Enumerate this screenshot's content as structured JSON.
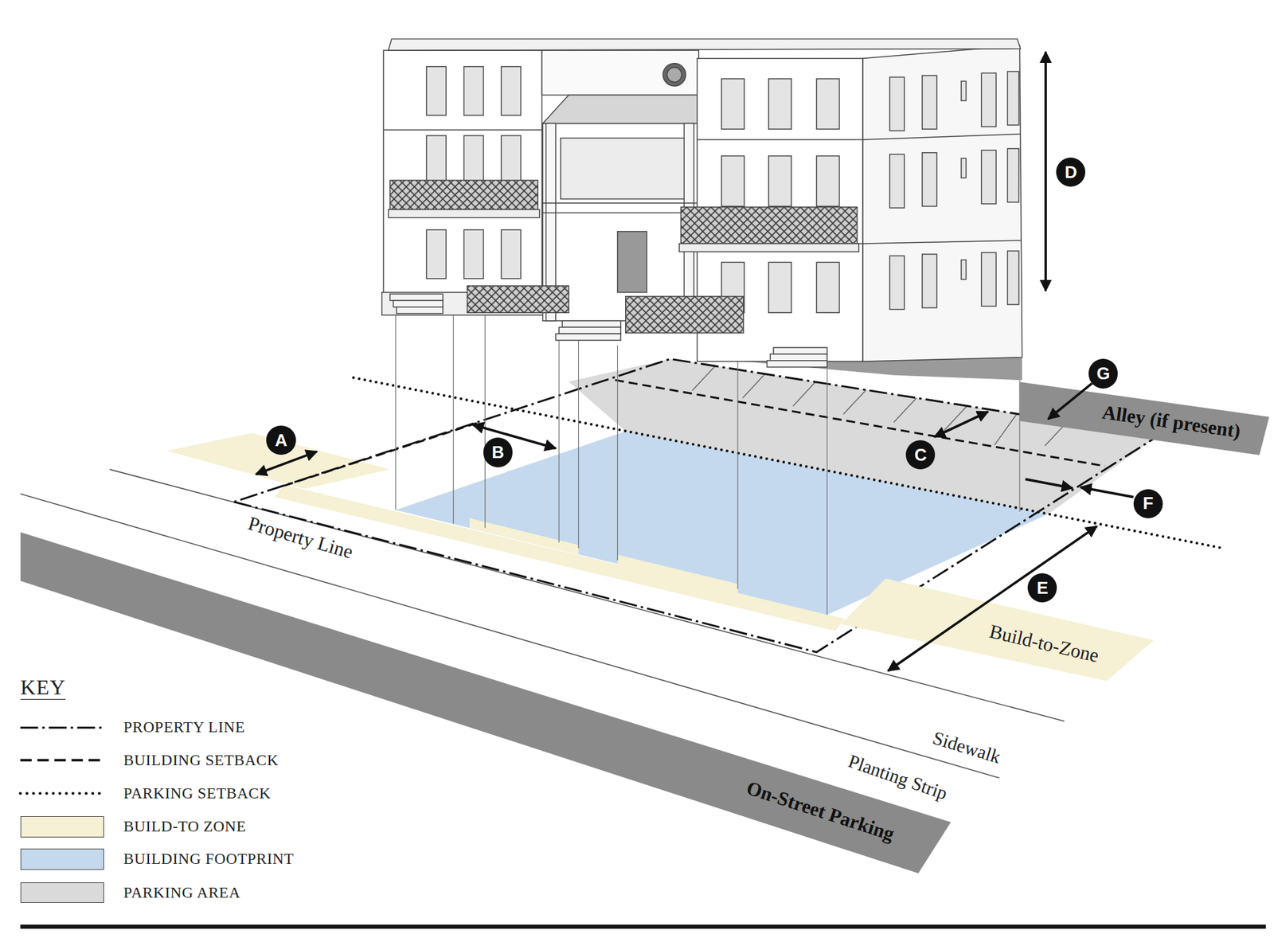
{
  "diagram": {
    "nodes": [
      {
        "text": [
          "D"
        ]
      },
      {
        "text": [
          "G"
        ]
      },
      {
        "text": [
          "Alley (if present)"
        ]
      },
      {
        "text": [
          "A"
        ]
      },
      {
        "text": [
          "B"
        ]
      },
      {
        "text": [
          "C"
        ]
      },
      {
        "text": [
          "F"
        ]
      },
      {
        "text": [
          "E"
        ]
      },
      {
        "text": [
          "Build-to-Zone"
        ]
      },
      {
        "text": [
          "On-Street Parking"
        ]
      }
    ],
    "labels": [
      "Property Line",
      "KEY",
      "Sidewalk",
      "Planting Strip"
    ],
    "legend": [
      {
        "text": "PROPERTY LINE"
      },
      {
        "text": "BUILDING SETBACK"
      },
      {
        "text": "PARKING SETBACK"
      },
      {
        "text": "BUILD-TO ZONE",
        "color": "#f6f0d4"
      },
      {
        "text": "BUILDING FOOTPRINT",
        "color": "#c4d9ee"
      },
      {
        "text": "PARKING AREA",
        "color": "#dadada"
      }
    ]
  }
}
